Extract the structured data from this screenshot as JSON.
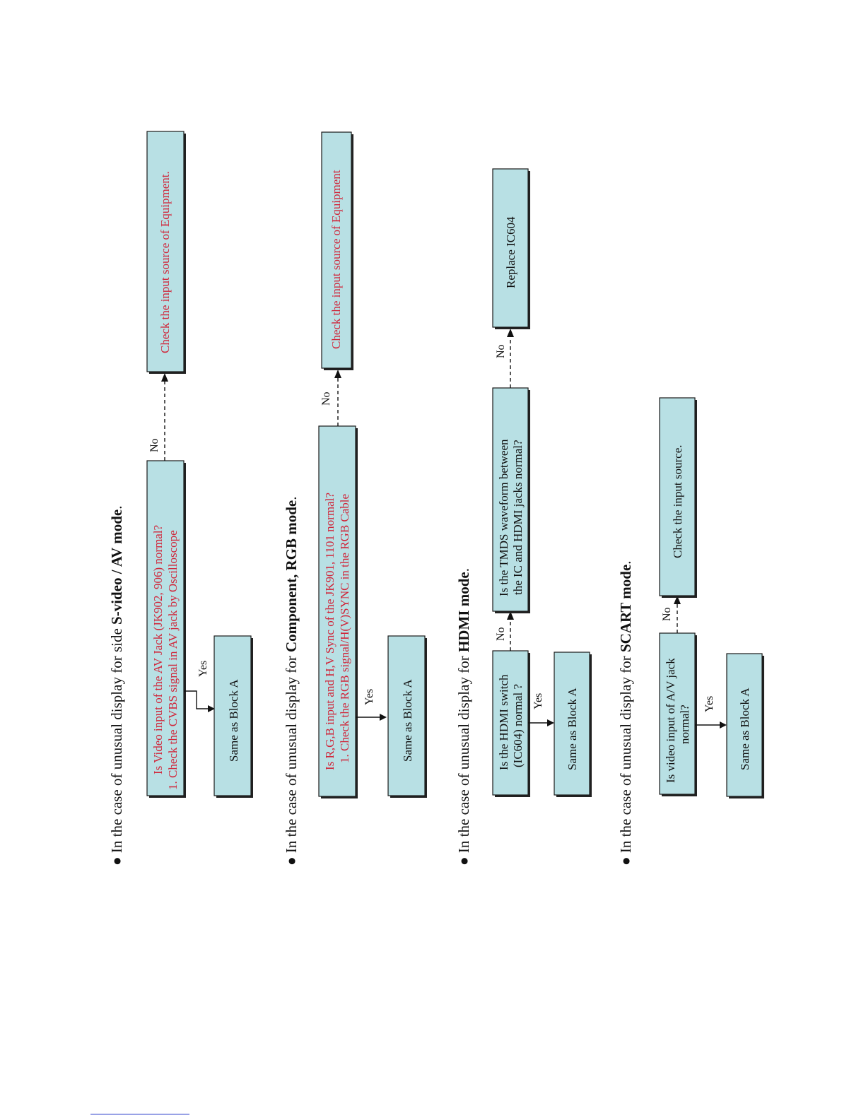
{
  "sections": [
    {
      "heading": {
        "prefix": "In the case of unusual display for side ",
        "mode": "S-video / AV mode",
        "suffix": "."
      },
      "question": [
        "Is Video input of the AV Jack (JK902, 906) normal?",
        "1. Check the CVBS signal in AV jack by Oscilloscope"
      ],
      "yes_label": "Yes",
      "yes_result": "Same as Block A",
      "no_label": "No",
      "no_result": "Check the input source of Equipment."
    },
    {
      "heading": {
        "prefix": "In the case of unusual display for ",
        "mode": "Component, RGB mode",
        "suffix": "."
      },
      "question": [
        "Is R,G,B input and H,V Sync of the JK901, 1101  normal?",
        "1. Check the RGB signal/H(V)SYNC in the RGB Cable"
      ],
      "yes_label": "Yes",
      "yes_result": "Same as Block A",
      "no_label": "No",
      "no_result": "Check the input source of Equipment"
    },
    {
      "heading": {
        "prefix": "In the case of unusual display for ",
        "mode": "HDMI mode",
        "suffix": "."
      },
      "question": [
        "Is the HDMI switch",
        "(IC604) normal ?"
      ],
      "yes_label": "Yes",
      "yes_result": "Same as Block A",
      "no_label": "No",
      "question2": [
        "Is the TMDS waveform between",
        "the IC and HDMI jacks normal?"
      ],
      "no_label2": "No",
      "no_result2": "Replace IC604"
    },
    {
      "heading": {
        "prefix": "In the case of unusual display for ",
        "mode": "SCART mode",
        "suffix": "."
      },
      "question": [
        "Is video input of A/V jack",
        "normal?"
      ],
      "yes_label": "Yes",
      "yes_result": "Same as Block A",
      "no_label": "No",
      "no_result": "Check the input source."
    }
  ]
}
